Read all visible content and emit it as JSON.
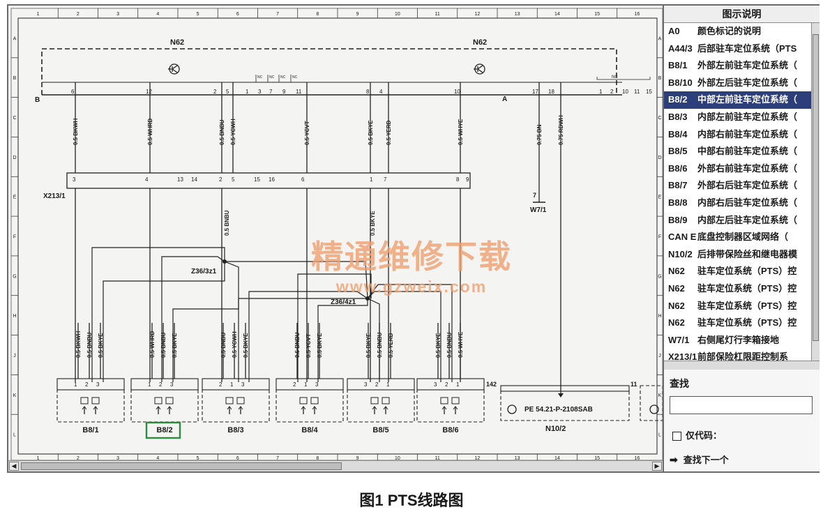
{
  "diagram": {
    "ecu_label": "N62",
    "connector_b": "B",
    "connector_a": "A",
    "junction_connector": "X213/1",
    "ground_connector": "W7/1",
    "ground_pin": "7",
    "splice_1": "Z36/3z1",
    "splice_2": "Z36/4z1",
    "nc_label": "NC",
    "fuse_box_label": "N10/2",
    "fuse_text": "PE 54.21-P-2108SAB",
    "fuse_pin_left": "142",
    "fuse_pin_right": "11",
    "b_pins": [
      "6",
      "12",
      "2",
      "5",
      "1",
      "3",
      "7",
      "9",
      "11",
      "8",
      "4",
      "10"
    ],
    "a_pins": [
      "17",
      "18",
      "1",
      "2",
      "10",
      "11",
      "15"
    ],
    "x213_pins": [
      "3",
      "4",
      "13",
      "14",
      "2",
      "5",
      "15",
      "16",
      "6",
      "1",
      "7",
      "8",
      "9"
    ],
    "upper_wires": [
      {
        "label": "0.5 BKWH"
      },
      {
        "label": "0.5 WHRD"
      },
      {
        "label": "0.5 BNBU"
      },
      {
        "label": "0.5 YCWH"
      },
      {
        "label": "0.5 YCVT"
      },
      {
        "label": "0.5 BKYE"
      },
      {
        "label": "0.5 YERD"
      },
      {
        "label": "0.5 WHYE"
      },
      {
        "label": "0.75 BN"
      },
      {
        "label": "0.75 RDWH"
      }
    ],
    "mid_wires": [
      "0.5 BNBU",
      "0.5 BKYE"
    ],
    "sensors": [
      {
        "name": "B8/1",
        "pins": [
          "1",
          "2",
          "3"
        ],
        "wires": [
          "0.5 BKWH",
          "0.5 BNBU",
          "0.5 BKYE"
        ]
      },
      {
        "name": "B8/2",
        "pins": [
          "1",
          "2",
          "3"
        ],
        "wires": [
          "0.5 WHRD",
          "0.5 BNBU",
          "0.5 BKYE"
        ]
      },
      {
        "name": "B8/3",
        "pins": [
          "2",
          "1",
          "3"
        ],
        "wires": [
          "0.5 BNBU",
          "0.5 YCWH",
          "0.5 BKYE"
        ]
      },
      {
        "name": "B8/4",
        "pins": [
          "2",
          "1",
          "3"
        ],
        "wires": [
          "0.5 BNBU",
          "0.5 YCVT",
          "0.5 BKYE"
        ]
      },
      {
        "name": "B8/5",
        "pins": [
          "3",
          "2",
          "1"
        ],
        "wires": [
          "0.5 BKYE",
          "0.5 BNBU",
          "0.5 YERD"
        ]
      },
      {
        "name": "B8/6",
        "pins": [
          "3",
          "2",
          "1"
        ],
        "wires": [
          "0.5 BKYE",
          "0.5 BNBU",
          "0.5 WHYE"
        ]
      }
    ],
    "row_marks": [
      "A",
      "B",
      "C",
      "D",
      "E",
      "F",
      "G",
      "H",
      "J",
      "K",
      "L"
    ],
    "col_marks": [
      "1",
      "2",
      "3",
      "4",
      "5",
      "6",
      "7",
      "8",
      "9",
      "10",
      "11",
      "12",
      "13",
      "14",
      "15",
      "16"
    ],
    "highlight_color": "#2e8b3e"
  },
  "legend": {
    "title": "图示说明",
    "items": [
      {
        "code": "A0",
        "text": "颜色标记的说明"
      },
      {
        "code": "A44/3",
        "text": "后部驻车定位系统（PTS"
      },
      {
        "code": "B8/1",
        "text": "外部左前驻车定位系统（"
      },
      {
        "code": "B8/10",
        "text": "外部左后驻车定位系统（"
      },
      {
        "code": "B8/2",
        "text": "中部左前驻车定位系统（"
      },
      {
        "code": "B8/3",
        "text": "内部左前驻车定位系统（"
      },
      {
        "code": "B8/4",
        "text": "内部右前驻车定位系统（"
      },
      {
        "code": "B8/5",
        "text": "中部右前驻车定位系统（"
      },
      {
        "code": "B8/6",
        "text": "外部右前驻车定位系统（"
      },
      {
        "code": "B8/7",
        "text": "外部右后驻车定位系统（"
      },
      {
        "code": "B8/8",
        "text": "内部右后驻车定位系统（"
      },
      {
        "code": "B8/9",
        "text": "内部左后驻车定位系统（"
      },
      {
        "code": "CAN E",
        "text": "底盘控制器区域网络（"
      },
      {
        "code": "N10/2",
        "text": "后排带保险丝和继电器模"
      },
      {
        "code": "N62",
        "text": "驻车定位系统（PTS）控"
      },
      {
        "code": "N62",
        "text": "驻车定位系统（PTS）控"
      },
      {
        "code": "N62",
        "text": "驻车定位系统（PTS）控"
      },
      {
        "code": "N62",
        "text": "驻车定位系统（PTS）控"
      },
      {
        "code": "W7/1",
        "text": "右侧尾灯行李箱接地"
      },
      {
        "code": "X213/1",
        "text": "前部保险杠限距控制系"
      }
    ],
    "selected_index": 4
  },
  "find": {
    "label": "查找",
    "input_value": "",
    "code_only_label": "仅代码：",
    "find_next_label": "查找下一个"
  },
  "watermark": {
    "title": "精通维修下载",
    "url": "www.gzweix.com"
  },
  "caption": "图1 PTS线路图"
}
